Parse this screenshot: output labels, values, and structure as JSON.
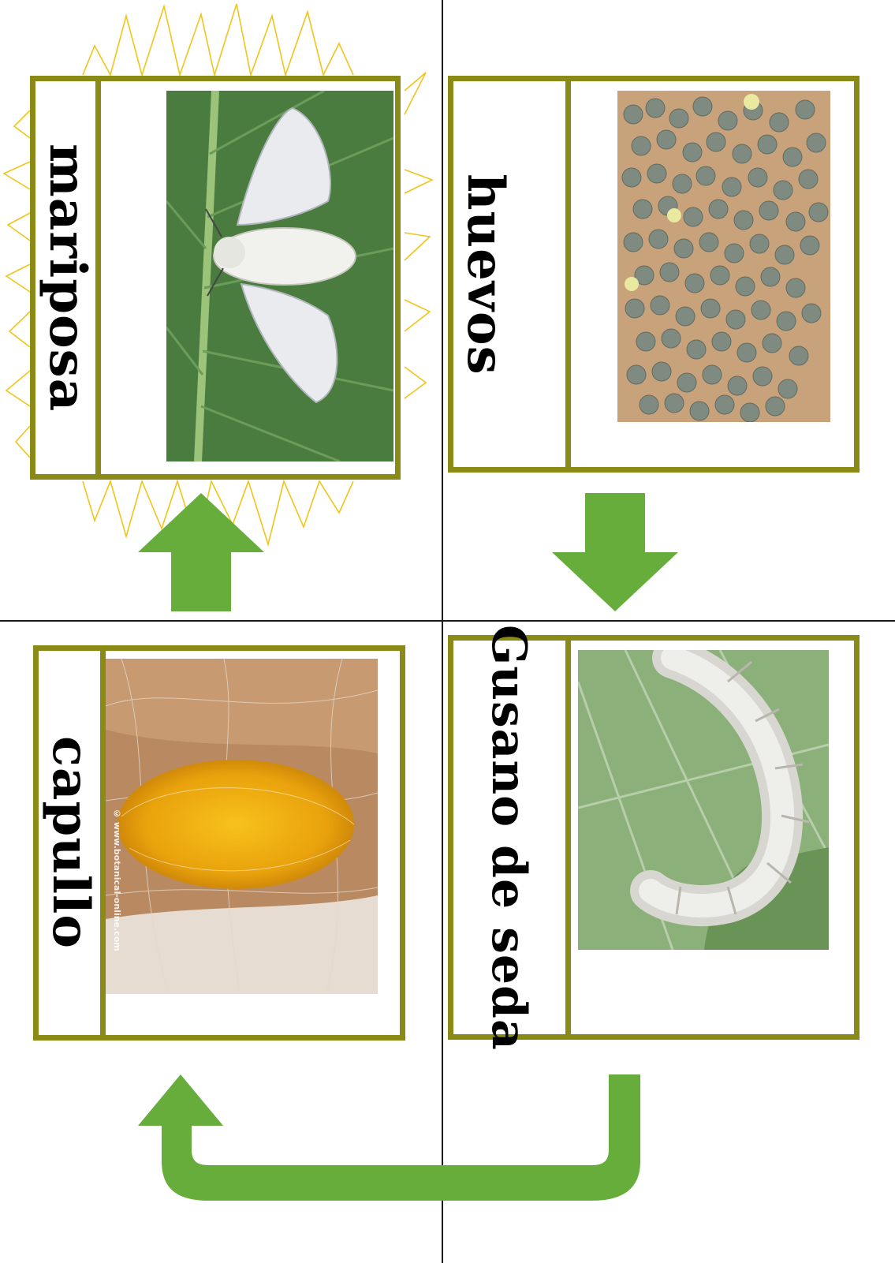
{
  "stages": {
    "eggs": {
      "label": "huevos",
      "icon": "eggs-photo"
    },
    "larva": {
      "label": "Gusano de seda",
      "icon": "silkworm-photo"
    },
    "pupa": {
      "label": "capullo",
      "icon": "cocoon-photo",
      "watermark": "© www.botanical-online.com"
    },
    "adult": {
      "label": "mariposa",
      "icon": "moth-photo"
    }
  },
  "colors": {
    "card_border": "#8a8a16",
    "arrow": "#67ad3b",
    "sun_rays": "#f0c419",
    "divider_line": "#1a1a1a"
  }
}
